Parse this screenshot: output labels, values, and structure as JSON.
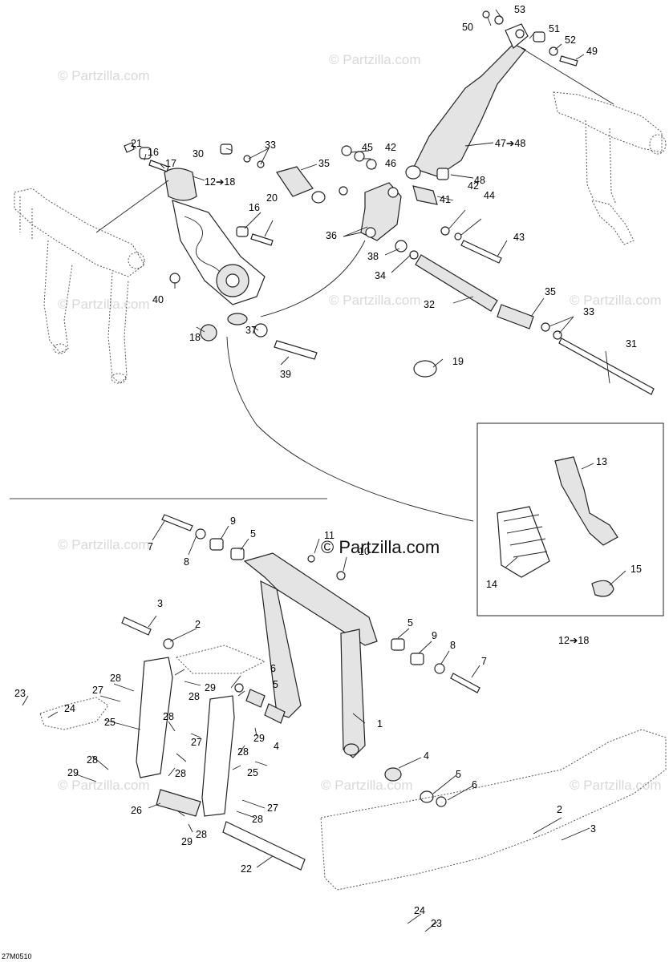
{
  "watermark": {
    "text": "© Partzilla.com",
    "center_text": "© Partzilla.com"
  },
  "diagram_code": "27M0510",
  "inset_label": "12➔18",
  "callouts": {
    "c53": "53",
    "c50": "50",
    "c51": "51",
    "c52": "52",
    "c49": "49",
    "c21": "21",
    "c16a": "16",
    "c17": "17",
    "c30": "30",
    "c33a": "33",
    "c45": "45",
    "c42a": "42",
    "c46": "46",
    "c47": "47➔48",
    "c12": "12➔18",
    "c35a": "35",
    "c48": "48",
    "c16b": "16",
    "c20": "20",
    "c41": "41",
    "c42b": "42",
    "c44": "44",
    "c36": "36",
    "c43": "43",
    "c38": "38",
    "c34": "34",
    "c40": "40",
    "c32": "32",
    "c35b": "35",
    "c33b": "33",
    "c18": "18",
    "c37": "37",
    "c39": "39",
    "c19": "19",
    "c31": "31",
    "c13": "13",
    "c14": "14",
    "c15": "15",
    "c7a": "7",
    "c8a": "8",
    "c9a": "9",
    "c5a": "5",
    "c11": "11",
    "c10": "10",
    "c3a": "3",
    "c2a": "2",
    "c5b": "5",
    "c9b": "9",
    "c8b": "8",
    "c7b": "7",
    "c28a": "28",
    "c27a": "27",
    "c28b": "28",
    "c29a": "29",
    "c6a": "6",
    "c5c": "5",
    "c23a": "23",
    "c24a": "24",
    "c25a": "25",
    "c28c": "28",
    "c29b": "29",
    "c27b": "27",
    "c28d": "28",
    "c1": "1",
    "c4a": "4",
    "c28e": "28",
    "c28f": "28",
    "c25b": "25",
    "c29c": "29",
    "c4b": "4",
    "c5d": "5",
    "c6b": "6",
    "c26": "26",
    "c27c": "27",
    "c28g": "28",
    "c29d": "29",
    "c28h": "28",
    "c22": "22",
    "c2b": "2",
    "c3b": "3",
    "c24b": "24",
    "c23b": "23"
  }
}
